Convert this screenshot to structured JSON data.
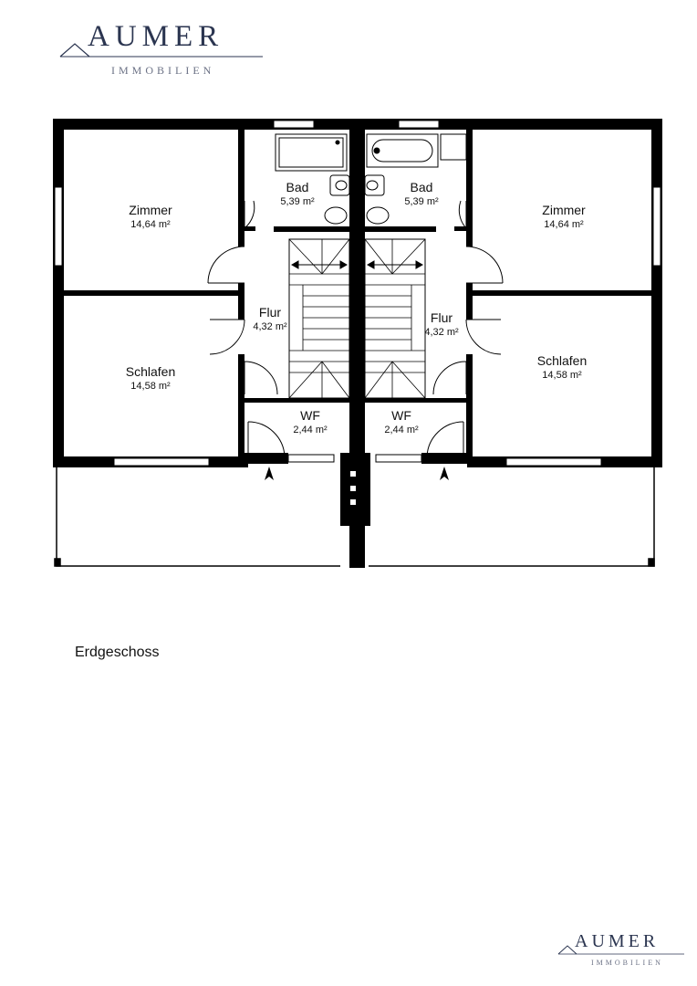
{
  "logo": {
    "brand": "AUMER",
    "subtitle": "IMMOBILIEN"
  },
  "floor_label": "Erdgeschoss",
  "units": [
    {
      "rooms": [
        {
          "name": "Zimmer",
          "area": "14,64 m²"
        },
        {
          "name": "Schlafen",
          "area": "14,58 m²"
        },
        {
          "name": "Bad",
          "area": "5,39 m²"
        },
        {
          "name": "Flur",
          "area": "4,32 m²"
        },
        {
          "name": "WF",
          "area": "2,44 m²"
        }
      ]
    },
    {
      "rooms": [
        {
          "name": "Zimmer",
          "area": "14,64 m²"
        },
        {
          "name": "Schlafen",
          "area": "14,58 m²"
        },
        {
          "name": "Bad",
          "area": "5,39 m²"
        },
        {
          "name": "Flur",
          "area": "4,32 m²"
        },
        {
          "name": "WF",
          "area": "2,44 m²"
        }
      ]
    }
  ],
  "colors": {
    "wall": "#000000",
    "brand": "#2b3550"
  }
}
